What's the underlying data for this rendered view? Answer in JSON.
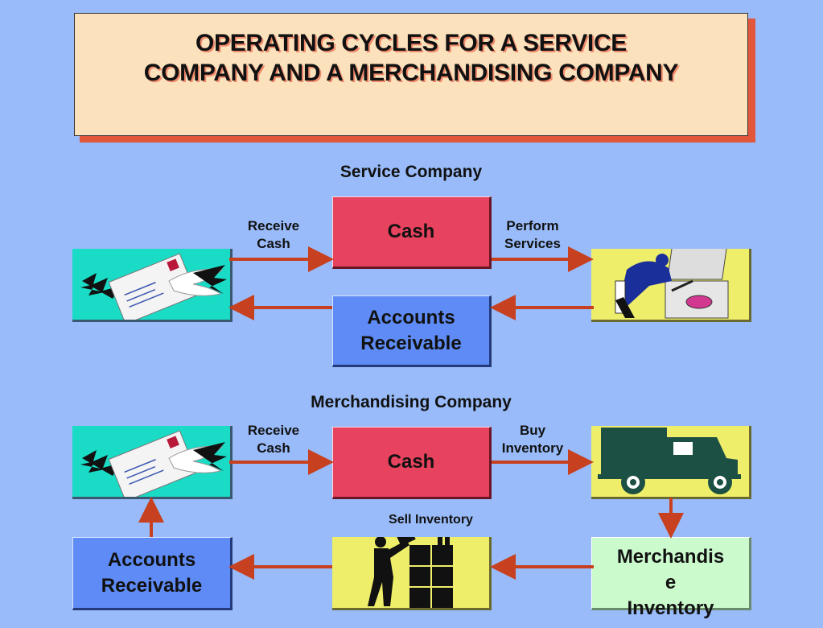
{
  "title": {
    "line1": "OPERATING CYCLES FOR A SERVICE",
    "line2": "COMPANY AND A MERCHANDISING COMPANY"
  },
  "service": {
    "heading": "Service Company",
    "cash": "Cash",
    "ar_line1": "Accounts",
    "ar_line2": "Receivable",
    "receive_line1": "Receive",
    "receive_line2": "Cash",
    "perform_line1": "Perform",
    "perform_line2": "Services"
  },
  "merch": {
    "heading": "Merchandising Company",
    "cash": "Cash",
    "receive_line1": "Receive",
    "receive_line2": "Cash",
    "buy_line1": "Buy",
    "buy_line2": "Inventory",
    "sell": "Sell Inventory",
    "ar_line1": "Accounts",
    "ar_line2": "Receivable",
    "inv_line1": "Merchandis",
    "inv_line2": "e",
    "inv_line3": "Inventory"
  },
  "colors": {
    "background": "#99bbf9",
    "arrow": "#c7401f",
    "cash": "#e7425e",
    "accounts_receivable": "#5e8bf5",
    "inventory": "#cbfbcd"
  }
}
